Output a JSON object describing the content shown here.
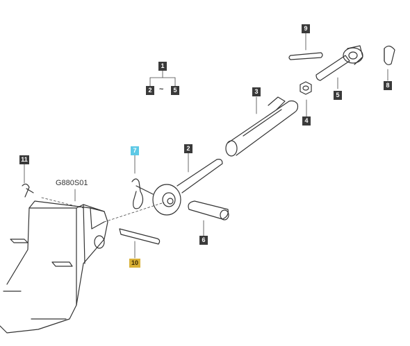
{
  "diagram": {
    "drawing_code": "G880S01",
    "range_separator": "~",
    "callouts": [
      {
        "id": "c9",
        "label": "9",
        "style": "dark"
      },
      {
        "id": "c1",
        "label": "1",
        "style": "dark"
      },
      {
        "id": "c2a",
        "label": "2",
        "style": "dark"
      },
      {
        "id": "c5a",
        "label": "5",
        "style": "dark"
      },
      {
        "id": "c3",
        "label": "3",
        "style": "dark"
      },
      {
        "id": "c5",
        "label": "5",
        "style": "dark"
      },
      {
        "id": "c8",
        "label": "8",
        "style": "dark"
      },
      {
        "id": "c4",
        "label": "4",
        "style": "dark"
      },
      {
        "id": "c7",
        "label": "7",
        "style": "cyan"
      },
      {
        "id": "c2",
        "label": "2",
        "style": "dark"
      },
      {
        "id": "c11",
        "label": "11",
        "style": "dark"
      },
      {
        "id": "c6",
        "label": "6",
        "style": "dark"
      },
      {
        "id": "c10",
        "label": "10",
        "style": "gold"
      }
    ],
    "colors": {
      "line": "#333333",
      "callout_dark": "#3a3a3a",
      "callout_highlight_cyan": "#5ec9e6",
      "callout_highlight_gold": "#d9b036"
    }
  }
}
